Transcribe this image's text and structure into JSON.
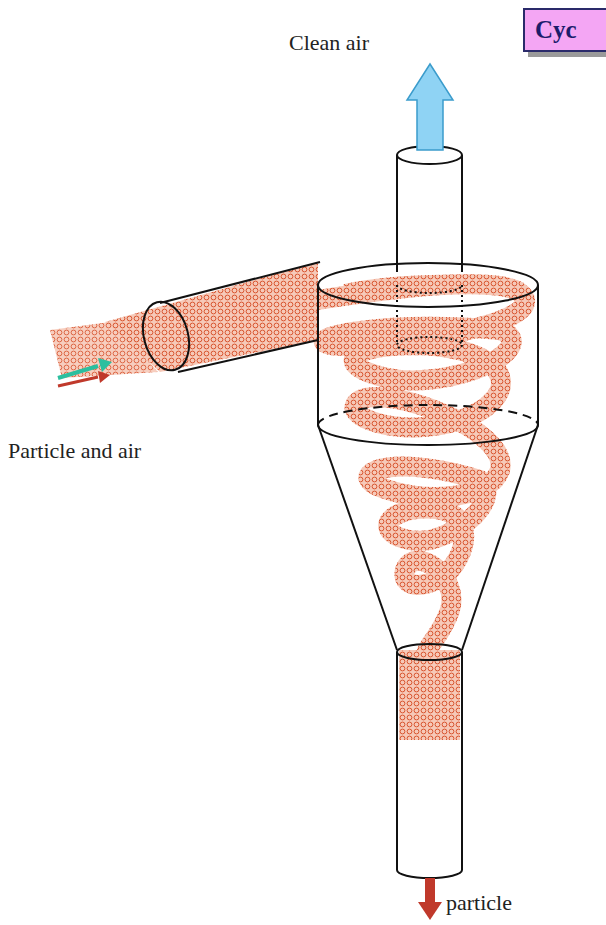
{
  "diagram": {
    "title": "Cyc",
    "labels": [
      "Clean air",
      "Particle and air",
      "particle"
    ]
  }
}
